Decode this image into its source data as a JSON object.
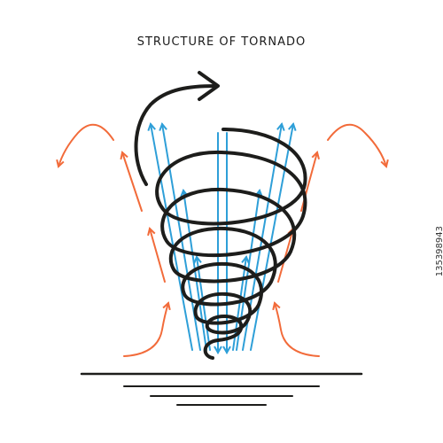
{
  "title": "STRUCTURE OF TORNADO",
  "stock_id": "135398943",
  "colors": {
    "spiral": "#1d1d1b",
    "updraft": "#2e9fd8",
    "inflow": "#f26b3a",
    "ground": "#1d1d1b",
    "background": "#ffffff"
  },
  "legend_semantics": {
    "spiral": "black rotating spiral with arrowhead",
    "blue": "inner updraft and downdraft arrows",
    "orange": "outer inflow arrows"
  }
}
